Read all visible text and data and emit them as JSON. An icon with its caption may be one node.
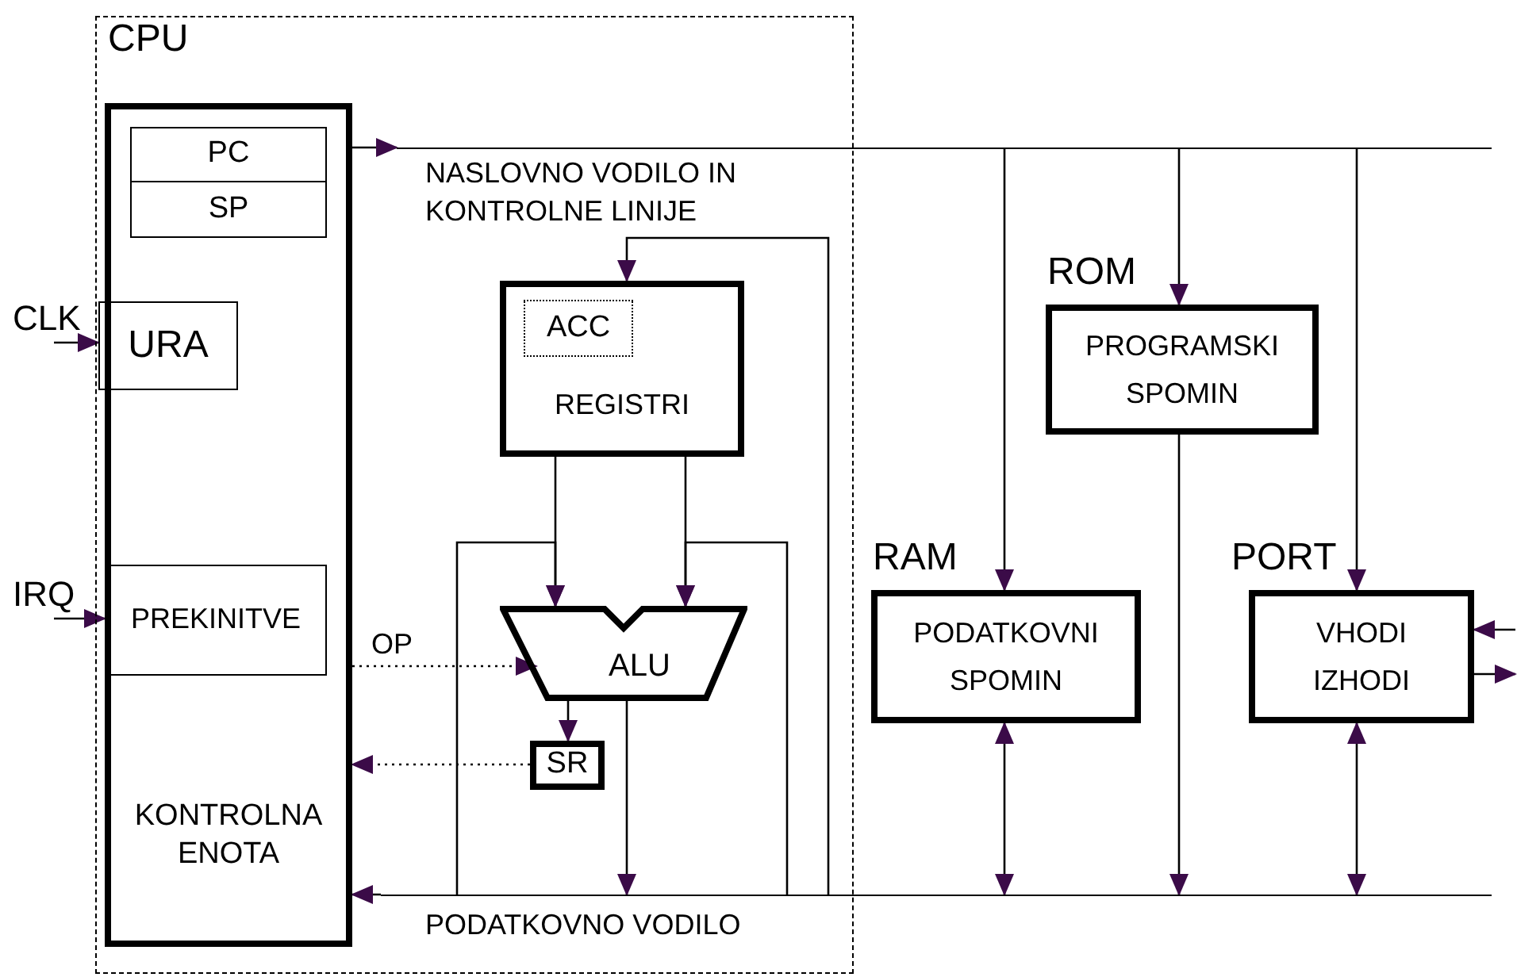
{
  "diagram": {
    "nodes": [
      {
        "text": [
          "CPU"
        ]
      },
      {
        "text": [
          "KONTROLNA ENOTA"
        ],
        "in": 0
      },
      {
        "text": [
          "PC"
        ],
        "in": 1
      },
      {
        "text": [
          "SP"
        ],
        "in": 1
      },
      {
        "text": [
          "URA"
        ],
        "in": 1
      },
      {
        "text": [
          "PREKINITVE"
        ],
        "in": 1
      },
      {
        "text": [
          "REGISTRI"
        ],
        "in": 0
      },
      {
        "text": [
          "ACC"
        ],
        "in": 6
      },
      {
        "text": [
          "ALU"
        ],
        "in": 0
      },
      {
        "text": [
          "SR"
        ],
        "in": 0
      },
      {
        "text": [
          "ROM",
          "PROGRAMSKI SPOMIN"
        ]
      },
      {
        "text": [
          "RAM",
          "PODATKOVNI SPOMIN"
        ]
      },
      {
        "text": [
          "PORT",
          "VHODI IZHODI"
        ]
      },
      {
        "text": [
          "CLK"
        ]
      },
      {
        "text": [
          "IRQ"
        ]
      },
      {
        "text": [
          "NASLOVNO VODILO IN KONTROLNE LINIJE"
        ]
      },
      {
        "text": [
          "PODATKOVNO VODILO"
        ]
      }
    ],
    "edges": [
      {
        "from": 1,
        "to": 15,
        "arrow": "to"
      },
      {
        "from": 15,
        "to": 10,
        "arrow": "to"
      },
      {
        "from": 15,
        "to": 11,
        "arrow": "to"
      },
      {
        "from": 15,
        "to": 12,
        "arrow": "to"
      },
      {
        "from": 10,
        "to": 16,
        "arrow": "to"
      },
      {
        "from": 11,
        "to": 16,
        "arrow": "both"
      },
      {
        "from": 12,
        "to": 16,
        "arrow": "both"
      },
      {
        "from": 16,
        "to": 1,
        "arrow": "to"
      },
      {
        "from": 16,
        "to": 6,
        "arrow": "to"
      },
      {
        "from": 6,
        "to": 8,
        "arrow": "to"
      },
      {
        "from": 6,
        "to": 8,
        "arrow": "to"
      },
      {
        "from": 16,
        "to": 8,
        "arrow": "to"
      },
      {
        "from": 16,
        "to": 8,
        "arrow": "to"
      },
      {
        "from": 8,
        "to": 9,
        "arrow": "to"
      },
      {
        "from": 8,
        "to": 16,
        "arrow": "to"
      },
      {
        "from": 1,
        "to": 8,
        "arrow": "to",
        "label": "OP",
        "style": "dashed"
      },
      {
        "from": 9,
        "to": 1,
        "arrow": "to",
        "style": "dashed"
      },
      {
        "from": 13,
        "to": 4,
        "arrow": "to"
      },
      {
        "from": 14,
        "to": 5,
        "arrow": "to"
      },
      {
        "from": null,
        "to": 12,
        "arrow": "to"
      },
      {
        "from": 12,
        "to": null,
        "arrow": "to"
      }
    ]
  }
}
